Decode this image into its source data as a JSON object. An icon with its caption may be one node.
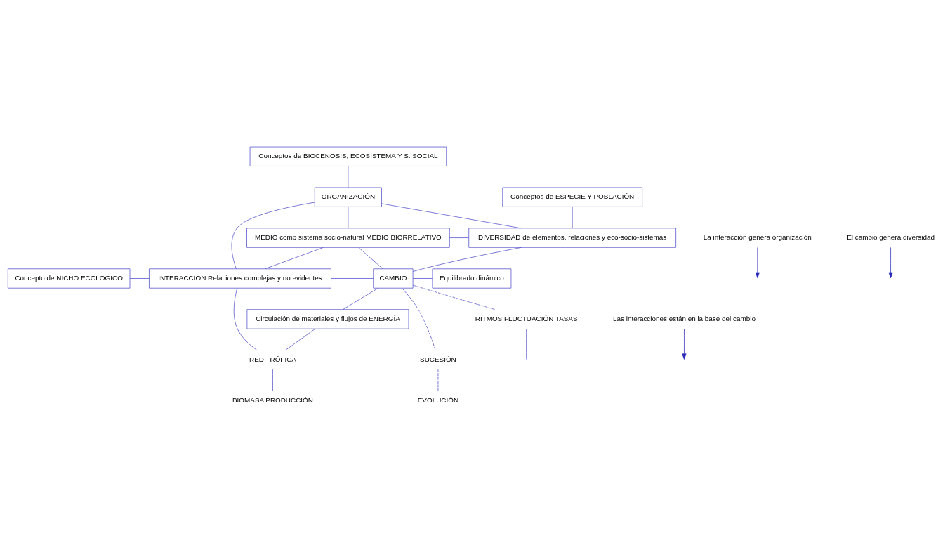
{
  "diagram": {
    "nodes": [
      {
        "text": [
          "Conceptos de BIOCENOSIS, ECOSISTEMA Y S. SOCIAL"
        ]
      },
      {
        "text": [
          "ORGANIZACIÓN"
        ]
      },
      {
        "text": [
          "Conceptos de ESPECIE Y POBLACIÓN"
        ]
      },
      {
        "text": [
          "La interacción genera organización"
        ]
      },
      {
        "text": [
          "MEDIO como sistema socio-natural MEDIO BIORRELATIVO"
        ]
      },
      {
        "text": [
          "DIVERSIDAD de elementos, relaciones y eco-socio-sistemas"
        ]
      },
      {
        "text": [
          "El cambio genera diversidad"
        ]
      },
      {
        "text": [
          "INTERACCIÓN Relaciones complejas y no evidentes"
        ]
      },
      {
        "text": [
          "Concepto de NICHO ECOLÓGICO"
        ]
      },
      {
        "text": [
          "CAMBIO"
        ]
      },
      {
        "text": [
          "Equilibrado dinámico"
        ]
      },
      {
        "text": [
          "Las interacciones están en la base del cambio"
        ]
      },
      {
        "text": [
          "RITMOS FLUCTUACIÓN TASAS"
        ]
      },
      {
        "text": [
          "Circulación de materiales y flujos de ENERGÍA"
        ]
      },
      {
        "text": [
          "RED TRÓFICA"
        ]
      },
      {
        "text": [
          "SUCESIÓN"
        ]
      },
      {
        "text": [
          "BIOMASA PRODUCCIÓN"
        ]
      },
      {
        "text": [
          "EVOLUCIÓN"
        ]
      }
    ],
    "edges": [
      {
        "from": 0,
        "to": 1,
        "arrow": "none"
      },
      {
        "from": 1,
        "to": 4,
        "arrow": "none"
      },
      {
        "from": 1,
        "to": 5,
        "arrow": "none"
      },
      {
        "from": 7,
        "to": 1,
        "arrow": "none"
      },
      {
        "from": 2,
        "to": 5,
        "arrow": "none"
      },
      {
        "from": 4,
        "to": 5,
        "arrow": "none"
      },
      {
        "from": 7,
        "to": 4,
        "arrow": "none"
      },
      {
        "from": 8,
        "to": 7,
        "arrow": "none"
      },
      {
        "from": 7,
        "to": 9,
        "arrow": "none"
      },
      {
        "from": 4,
        "to": 9,
        "arrow": "none"
      },
      {
        "from": 9,
        "to": 5,
        "arrow": "none"
      },
      {
        "from": 9,
        "to": 10,
        "arrow": "none"
      },
      {
        "from": 9,
        "to": 12,
        "arrow": "none",
        "style": "dashed"
      },
      {
        "from": 9,
        "to": 15,
        "arrow": "none",
        "style": "dashed"
      },
      {
        "from": 15,
        "to": 17,
        "arrow": "none",
        "style": "dashed"
      },
      {
        "from": 12,
        "to": null,
        "arrow": "none"
      },
      {
        "from": 9,
        "to": 13,
        "arrow": "none"
      },
      {
        "from": 13,
        "to": 14,
        "arrow": "none"
      },
      {
        "from": 14,
        "to": 16,
        "arrow": "none"
      },
      {
        "from": 7,
        "to": 14,
        "arrow": "none"
      },
      {
        "from": 3,
        "to": null,
        "arrow": "to",
        "color": "#2a2ab8"
      },
      {
        "from": 6,
        "to": null,
        "arrow": "to",
        "color": "#2a2ab8"
      },
      {
        "from": 11,
        "to": null,
        "arrow": "to",
        "color": "#2a2ab8"
      }
    ]
  }
}
